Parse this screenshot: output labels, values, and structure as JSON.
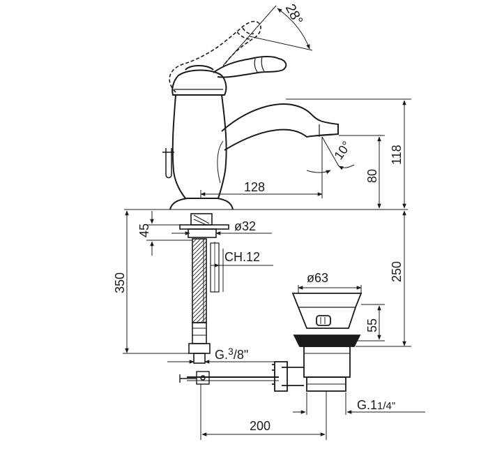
{
  "colors": {
    "line": "#1a1a1a",
    "background": "#ffffff"
  },
  "dimensions": {
    "lever_angle": "28°",
    "spout_angle": "10°",
    "spout_reach": "128",
    "spout_height": "80",
    "total_height": "118",
    "base_gap": "45",
    "hole_diameter": "ø32",
    "hex_nut": "CH.12",
    "hose_length": "350",
    "below_deck": "250",
    "waste_diameter": "ø63",
    "waste_height": "55",
    "hose_thread_g": "G.",
    "hose_thread_num": "3",
    "hose_thread_den": "/8\"",
    "pull_rod_length": "200",
    "waste_thread_g": "G.1",
    "waste_thread_frac": "1/4\""
  }
}
